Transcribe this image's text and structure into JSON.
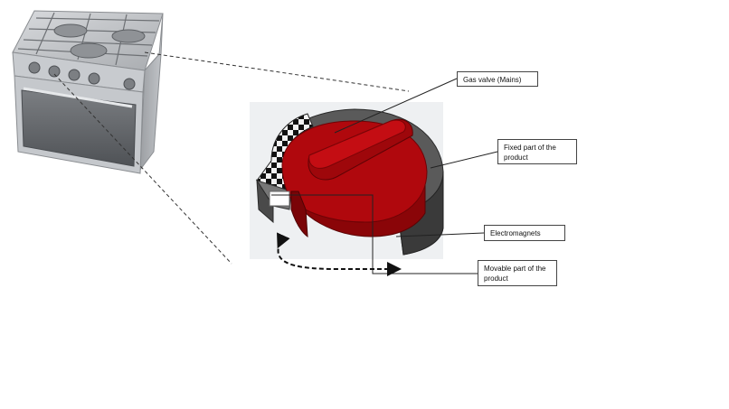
{
  "diagram": {
    "labels": {
      "gas_valve": "Gas valve (Mains)",
      "fixed_part": "Fixed part of the product",
      "electromagnets": "Electromagnets",
      "movable_part": "Movable part of the product"
    },
    "colors": {
      "knob_red": "#a8060a",
      "knob_red_dark": "#6e0306",
      "ring_gray": "#555555",
      "ring_dark": "#2e2e2e",
      "stove_steel": "#b9bcc0",
      "oven_glass": "#6c6f73"
    },
    "icons": {
      "stove": "gas-stove-illustration",
      "knob": "knob-cutaway-illustration",
      "rotation": "rotation-arrow-icon"
    }
  }
}
